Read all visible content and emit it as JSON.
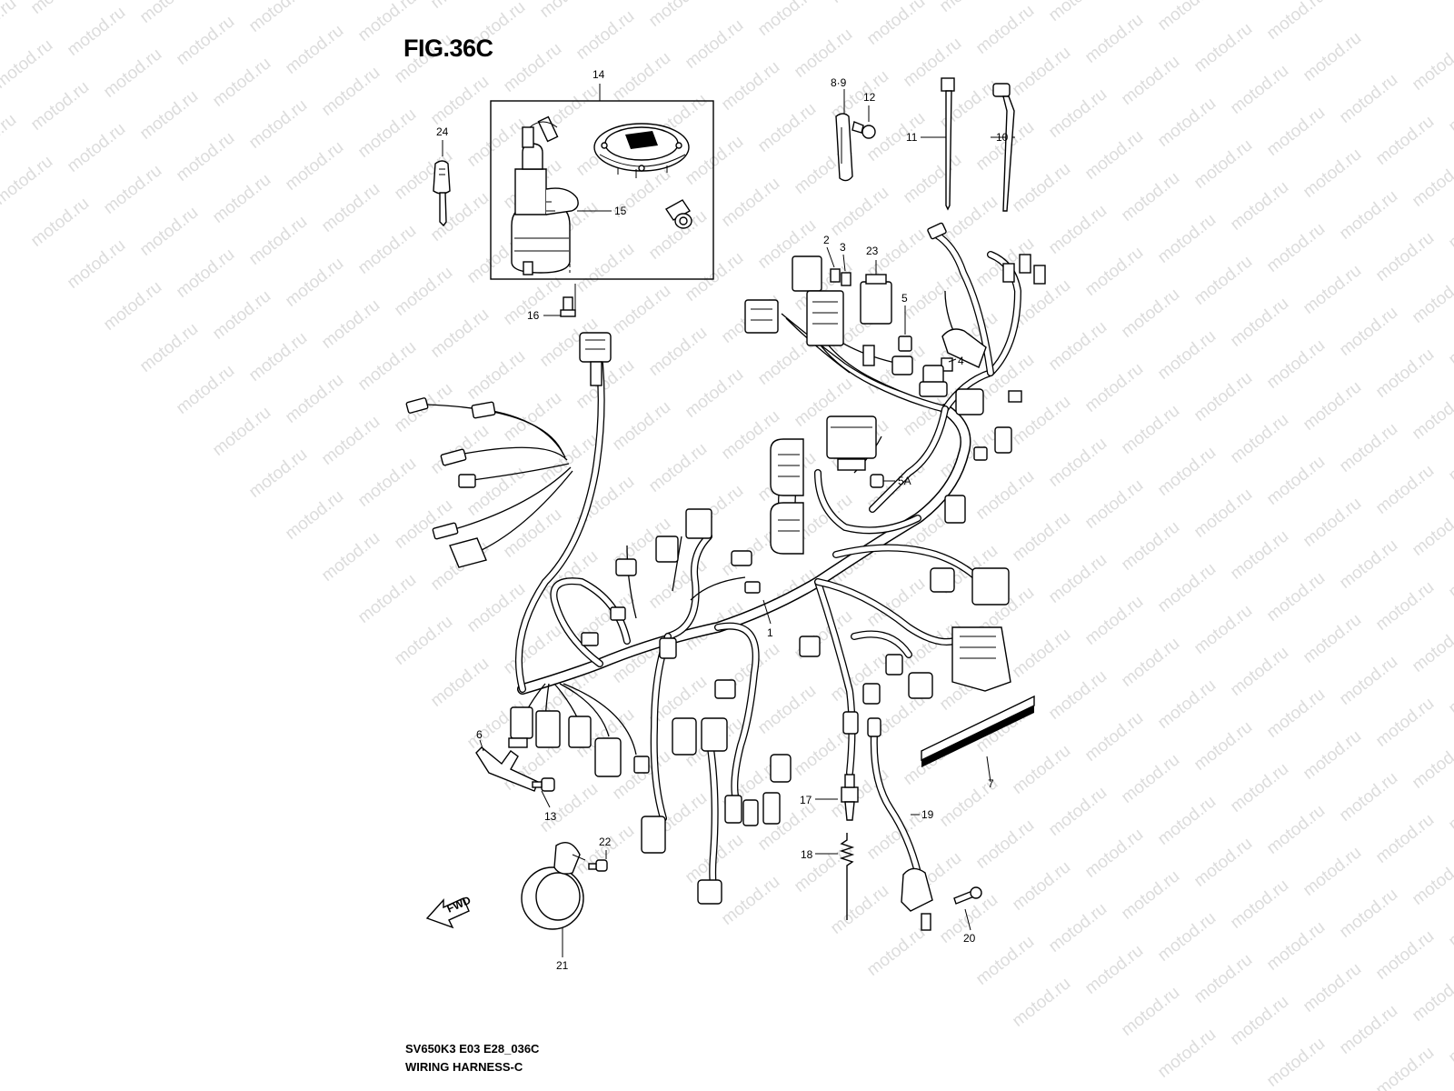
{
  "figure": {
    "title": "FIG.36C",
    "code": "SV650K3 E03 E28_036C",
    "name": "WIRING HARNESS-C"
  },
  "watermark": "motod.ru",
  "fwd_arrow_text": "FWD",
  "callouts": [
    {
      "id": "1",
      "label": "1"
    },
    {
      "id": "2",
      "label": "2"
    },
    {
      "id": "3",
      "label": "3"
    },
    {
      "id": "4",
      "label": "4"
    },
    {
      "id": "5",
      "label": "5"
    },
    {
      "id": "5A",
      "label": "5A"
    },
    {
      "id": "6",
      "label": "6"
    },
    {
      "id": "7",
      "label": "7"
    },
    {
      "id": "8-9",
      "label": "8·9"
    },
    {
      "id": "10",
      "label": "10"
    },
    {
      "id": "11",
      "label": "11"
    },
    {
      "id": "12",
      "label": "12"
    },
    {
      "id": "13",
      "label": "13"
    },
    {
      "id": "14",
      "label": "14"
    },
    {
      "id": "15",
      "label": "15"
    },
    {
      "id": "16",
      "label": "16"
    },
    {
      "id": "17",
      "label": "17"
    },
    {
      "id": "18",
      "label": "18"
    },
    {
      "id": "19",
      "label": "19"
    },
    {
      "id": "20",
      "label": "20"
    },
    {
      "id": "21",
      "label": "21"
    },
    {
      "id": "22",
      "label": "22"
    },
    {
      "id": "23",
      "label": "23"
    },
    {
      "id": "24",
      "label": "24"
    }
  ]
}
